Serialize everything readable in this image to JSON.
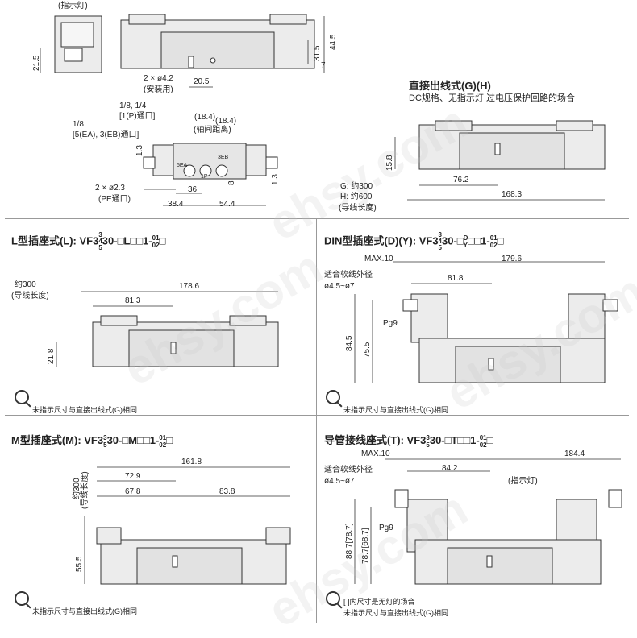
{
  "top": {
    "indicator_lamp": "(指示灯)",
    "dim_21_5": "21.5",
    "dim_44_5": "44.5",
    "dim_31_5": "31.5",
    "dim_7": "7",
    "dim_20_5": "20.5",
    "mount_hole": "2 × ø4.2",
    "mount_use": "(安装用)",
    "port_1_4": "1/8, 1/4",
    "port_1p": "[1(P)通口]",
    "port_1_8": "1/8",
    "port_ea_eb": "[5(EA), 3(EB)通口]",
    "dim_18_4a": "(18.4)",
    "dim_18_4b": "(18.4)",
    "axis_dist": "(轴间距离)",
    "dim_1_3a": "1.3",
    "dim_1_3b": "1.3",
    "dim_8": "8",
    "dim_36": "36",
    "dim_38_4": "38.4",
    "dim_54_4": "54.4",
    "pe_hole": "2 × ø2.3",
    "pe_port": "(PE通口)",
    "lbl_5ea": "5EA",
    "lbl_1p": "1P",
    "lbl_3eb": "3EB"
  },
  "g_section": {
    "title": "直接出线式(G)(H)",
    "subtitle": "DC规格、无指示灯  过电压保护回路的场合",
    "dim_15_8": "15.8",
    "dim_76_2": "76.2",
    "dim_168_3": "168.3",
    "g_len": "G: 约300",
    "h_len": "H: 约600",
    "lead_len": "(导线长度)"
  },
  "l_section": {
    "title": "L型插座式(L): VF3",
    "code_top": "3",
    "code_mid": "4",
    "code_bot": "5",
    "code_rest": "30-□L□□1-",
    "code_01": "01",
    "code_02": "02",
    "code_end": "□",
    "lead": "约300",
    "lead_len": "(导线长度)",
    "dim_178_6": "178.6",
    "dim_81_3": "81.3",
    "dim_21_8": "21.8",
    "note": "未指示尺寸与直接出线式(G)相同"
  },
  "din_section": {
    "title": "DIN型插座式(D)(Y): VF3",
    "code_top": "3",
    "code_mid": "4",
    "code_bot": "5",
    "code_rest1": "30-□",
    "code_d": "D",
    "code_y": "Y",
    "code_rest2": "□□1-",
    "code_01": "01",
    "code_02": "02",
    "code_end": "□",
    "max10": "MAX.10",
    "dim_179_6": "179.6",
    "cable": "适合软线外径",
    "cable_d": "ø4.5~ø7",
    "dim_81_8": "81.8",
    "pg9": "Pg9",
    "dim_84_5": "84.5",
    "dim_75_5": "75.5",
    "note": "未指示尺寸与直接出线式(G)相同"
  },
  "m_section": {
    "title": "M型插座式(M): VF3",
    "code_top": "3",
    "code_bot": "5",
    "code_rest": "30-□M□□1-",
    "code_01": "01",
    "code_02": "02",
    "code_end": "□",
    "dim_161_8": "161.8",
    "dim_72_9": "72.9",
    "dim_67_8": "67.8",
    "dim_83_8": "83.8",
    "lead": "约300",
    "lead_len": "(导线长度)",
    "dim_55_5": "55.5",
    "note": "未指示尺寸与直接出线式(G)相同"
  },
  "t_section": {
    "title": "导管接线座式(T): VF3",
    "code_top": "3",
    "code_bot": "5",
    "code_rest": "30-□T□□1-",
    "code_01": "01",
    "code_02": "02",
    "code_end": "□",
    "max10": "MAX.10",
    "dim_184_4": "184.4",
    "cable": "适合软线外径",
    "cable_d": "ø4.5~ø7",
    "dim_84_2": "84.2",
    "indicator": "(指示灯)",
    "pg9": "Pg9",
    "dim_88_7": "88.7[78.7]",
    "dim_78_7": "78.7[68.7]",
    "note1": "[ ]内尺寸是无灯的场合",
    "note2": "未指示尺寸与直接出线式(G)相同"
  },
  "watermark": "ehsy.com"
}
